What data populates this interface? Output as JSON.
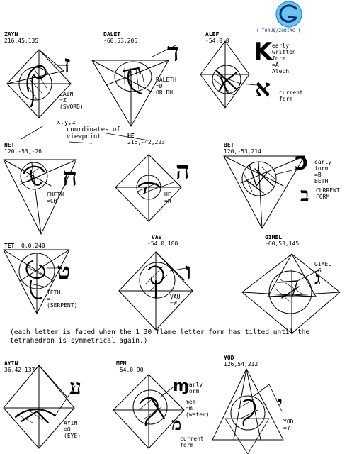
{
  "logo": {
    "caption": "( TORUS/ZODIAC )",
    "color": "#1a8fe0"
  },
  "panels": [
    {
      "name": "ZAYN",
      "coords": "216,45,135",
      "note": [
        "ZAIN",
        "=Z",
        "(SWORD)"
      ],
      "glyph": "ז"
    },
    {
      "name": "DALET",
      "coords": "-60,53,206",
      "note": [
        "DALETH",
        "=D",
        "OR DH"
      ],
      "glyph": "ד"
    },
    {
      "name": "ALEF",
      "coords": "-54,0,0",
      "note": [
        "early",
        "written",
        "form",
        "=A",
        "Aleph"
      ],
      "note2": [
        "current",
        "form"
      ],
      "glyph": "א",
      "early_glyph": "K"
    },
    {
      "name": "HET",
      "coords": "120,-53,-26",
      "note": [
        "CHETH",
        "=CH"
      ],
      "glyph": "ח"
    },
    {
      "name": "HE",
      "coords": "216,-42,223",
      "note": [
        "HE",
        "=H"
      ],
      "glyph": "ה"
    },
    {
      "name": "BET",
      "coords": "120,-53,214",
      "note": [
        "early",
        "form",
        "=B",
        "BETH"
      ],
      "note2": [
        "CURRENT",
        "FORM"
      ],
      "glyph": "ב",
      "early_glyph": "Ↄ"
    },
    {
      "name": "TET",
      "coords": "0,0,240",
      "note": [
        "TETH",
        "=T",
        "(SERPENT)"
      ],
      "glyph": "ט"
    },
    {
      "name": "VAV",
      "coords": "-54,0,180",
      "note": [
        "VAU",
        "=W"
      ],
      "glyph": "ו"
    },
    {
      "name": "GIMEL",
      "coords": "-60,53,145",
      "note": [
        "GIMEL",
        "=G"
      ],
      "glyph": "ג"
    },
    {
      "name": "AYIN",
      "coords": "36,42,137",
      "note": [
        "AYIN",
        "=O",
        "(EYE)"
      ],
      "glyph": "ע"
    },
    {
      "name": "MEM",
      "coords": "-54,0,90",
      "note": [
        "early",
        "form"
      ],
      "note2": [
        "mem",
        "=m",
        "(water)"
      ],
      "note3": [
        "current",
        "form"
      ],
      "glyph": "מ",
      "early_glyph": "ɱ"
    },
    {
      "name": "YOD",
      "coords": "126,54,212",
      "note": [
        "YOD",
        "=Y"
      ],
      "glyph": "י"
    }
  ],
  "viewpoint_callout": [
    "x,y,z",
    "coordinates of",
    "viewpoint"
  ],
  "footnote": "(each letter is faced when the 1 30 flame letter form has tilted until the tetrahedron is symmetrical again.)"
}
